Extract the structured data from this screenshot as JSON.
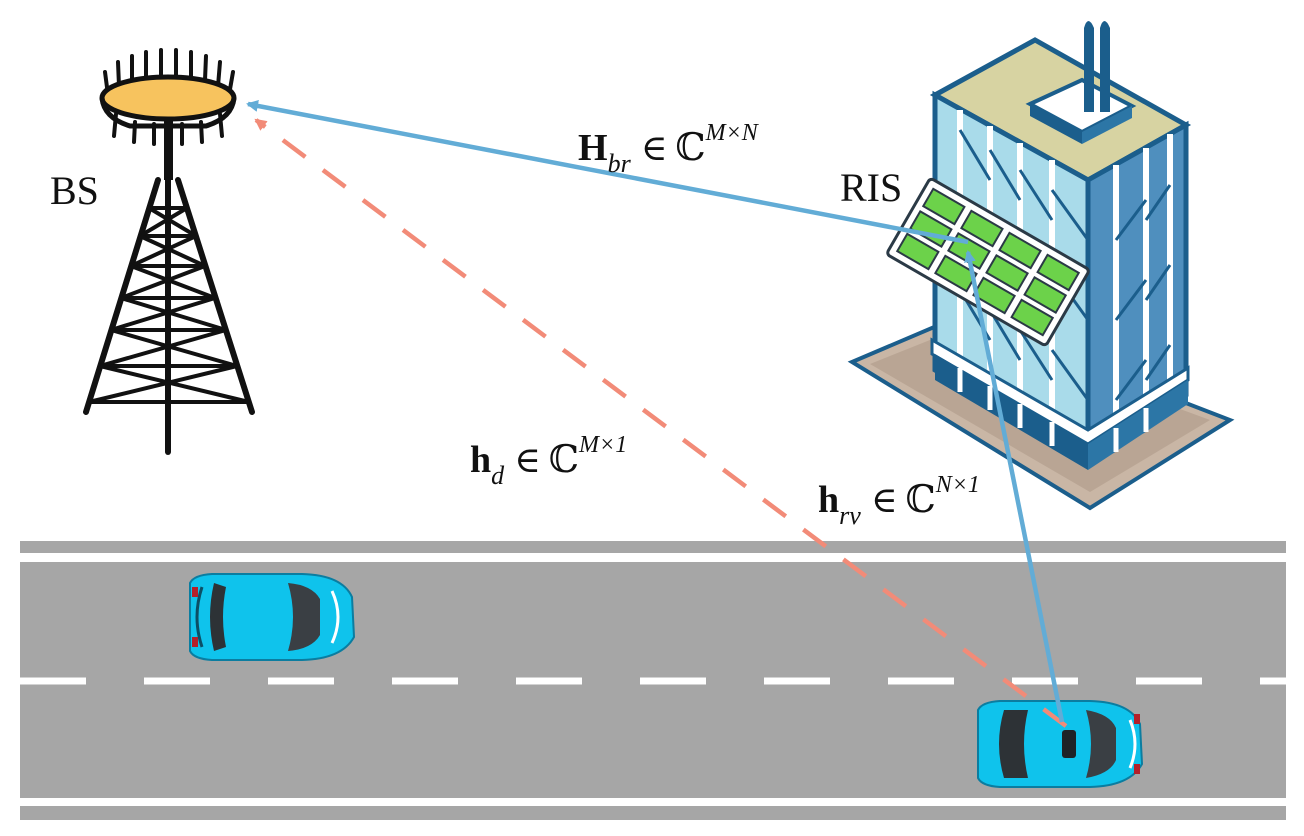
{
  "labels": {
    "bs": "BS",
    "ris": "RIS"
  },
  "channels": {
    "H_br": {
      "symbol": "H",
      "subscript": "br",
      "element_of": "∈",
      "set": "ℂ",
      "superscript": "M×N",
      "link": "RIS to BS",
      "line_style": "solid",
      "color": "#62acd6"
    },
    "h_d": {
      "symbol": "h",
      "subscript": "d",
      "element_of": "∈",
      "set": "ℂ",
      "superscript": "M×1",
      "link": "vehicle to BS",
      "line_style": "dashed",
      "color": "#f28b78"
    },
    "h_rv": {
      "symbol": "h",
      "subscript": "rv",
      "element_of": "∈",
      "set": "ℂ",
      "superscript": "N×1",
      "link": "vehicle to RIS",
      "line_style": "solid",
      "color": "#62acd6"
    }
  },
  "colors": {
    "road": "#a6a6a6",
    "lane_marking": "#ffffff",
    "car_body": "#0fc3ec",
    "ris_element": "#6cd24a",
    "tower": "#111111",
    "antenna_dish": "#f7c35e",
    "building_glass": "#a9dbea",
    "building_frame": "#1b5e8c",
    "roof": "#d7d3a2",
    "base_plate": "#c9b6a5"
  },
  "icons": {
    "tower": "cell-tower-icon",
    "building": "office-building-icon",
    "ris": "reflecting-surface-panel-icon",
    "car": "car-icon"
  }
}
